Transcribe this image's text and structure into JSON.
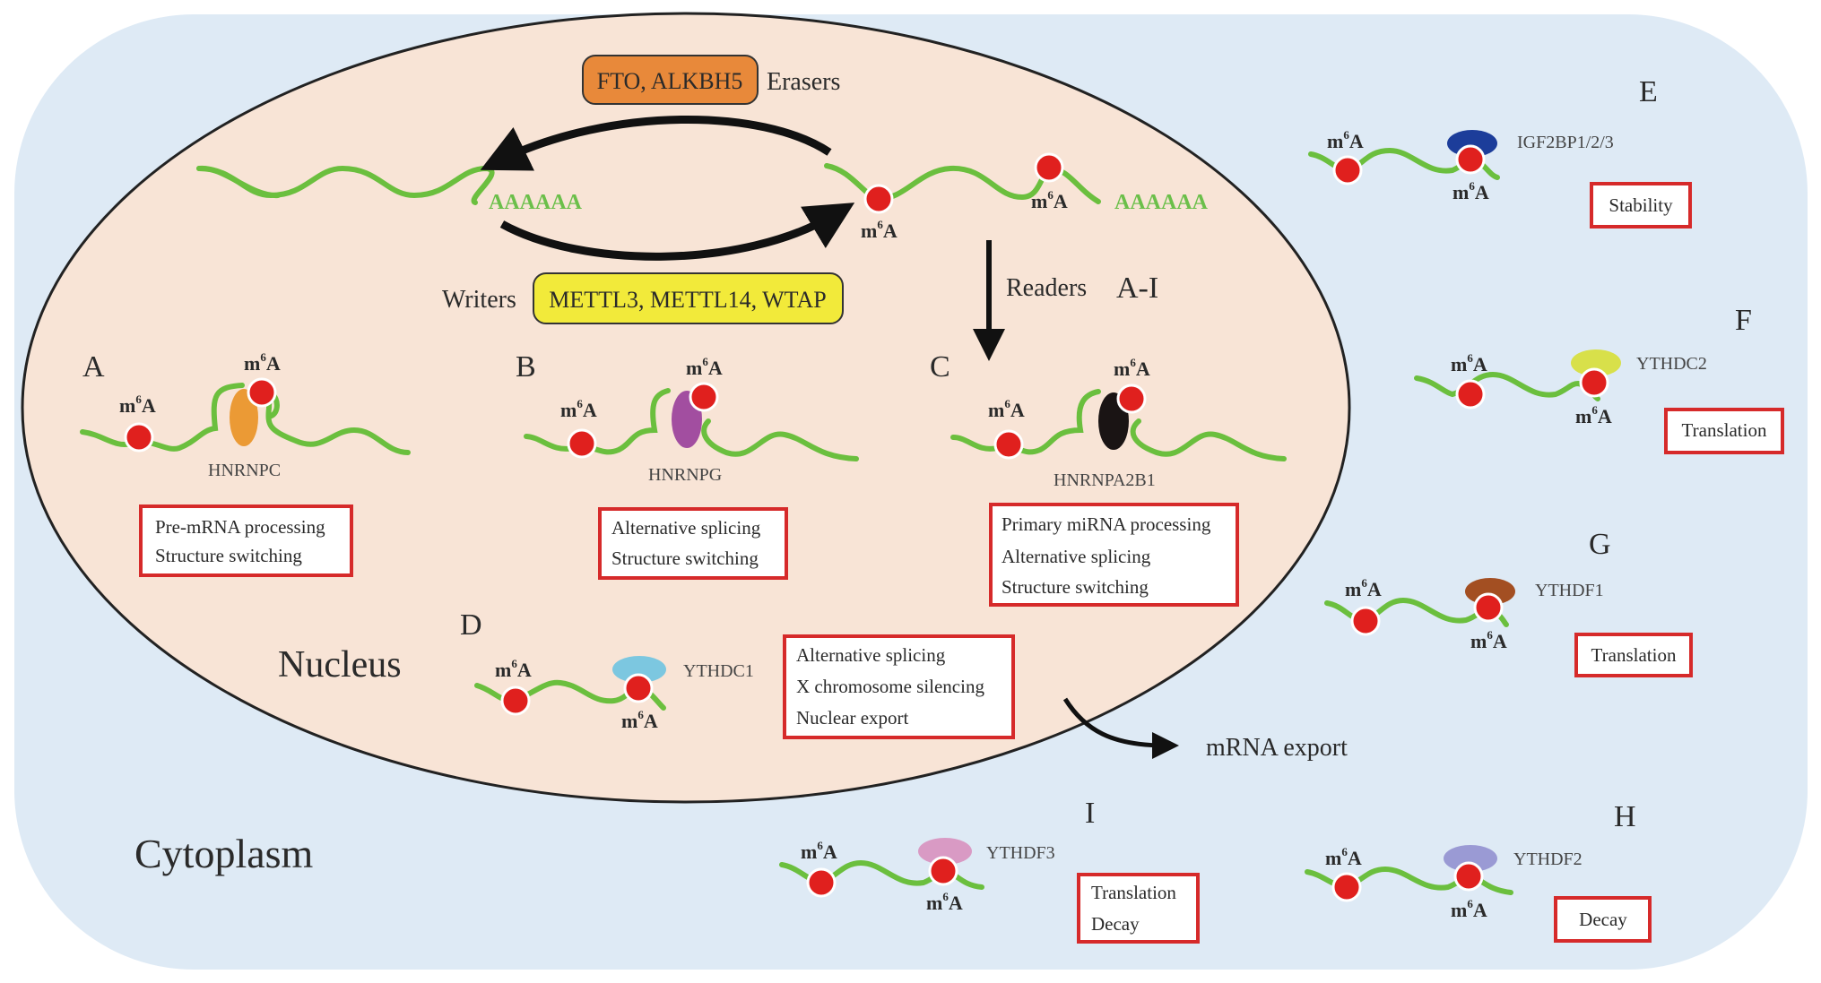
{
  "compartments": {
    "nucleus": "Nucleus",
    "cytoplasm": "Cytoplasm"
  },
  "cycle": {
    "eraser_proteins": "FTO, ALKBH5",
    "eraser_label": "Erasers",
    "writer_label": "Writers",
    "writer_proteins": "METTL3, METTL14, WTAP",
    "readers_label": "Readers",
    "readers_range": "A-I",
    "polyA": "AAAAAA",
    "mark": "m6A"
  },
  "mark_base": "m",
  "mark_sup": "6",
  "mark_tail": "A",
  "export_label": "mRNA export",
  "colors": {
    "cytoplasm": "#deeaf5",
    "nucleus": "#f8e4d6",
    "rna": "#6bbf3e",
    "m6a_dot": "#e0201e",
    "function_box_border": "#d62a2a",
    "eraser_box": "#e8893a",
    "writer_box": "#f2ea3a"
  },
  "readers": [
    {
      "letter": "A",
      "protein": "HNRNPC",
      "protein_color": "#eb9a35",
      "functions": [
        "Pre-mRNA processing",
        "Structure switching"
      ]
    },
    {
      "letter": "B",
      "protein": "HNRNPG",
      "protein_color": "#a24ea0",
      "functions": [
        "Alternative splicing",
        "Structure switching"
      ]
    },
    {
      "letter": "C",
      "protein": "HNRNPA2B1",
      "protein_color": "#1a1414",
      "functions": [
        "Primary miRNA processing",
        "Alternative splicing",
        "Structure switching"
      ]
    },
    {
      "letter": "D",
      "protein": "YTHDC1",
      "protein_color": "#7cc7e0",
      "functions": [
        "Alternative splicing",
        "X chromosome silencing",
        "Nuclear export"
      ]
    },
    {
      "letter": "E",
      "protein": "IGF2BP1/2/3",
      "protein_color": "#1c3d9a",
      "functions": [
        "Stability"
      ]
    },
    {
      "letter": "F",
      "protein": "YTHDC2",
      "protein_color": "#d8e04a",
      "functions": [
        "Translation"
      ]
    },
    {
      "letter": "G",
      "protein": "YTHDF1",
      "protein_color": "#a34f22",
      "functions": [
        "Translation"
      ]
    },
    {
      "letter": "H",
      "protein": "YTHDF2",
      "protein_color": "#9a9ad4",
      "functions": [
        "Decay"
      ]
    },
    {
      "letter": "I",
      "protein": "YTHDF3",
      "protein_color": "#d99ac4",
      "functions": [
        "Translation",
        "Decay"
      ]
    }
  ]
}
